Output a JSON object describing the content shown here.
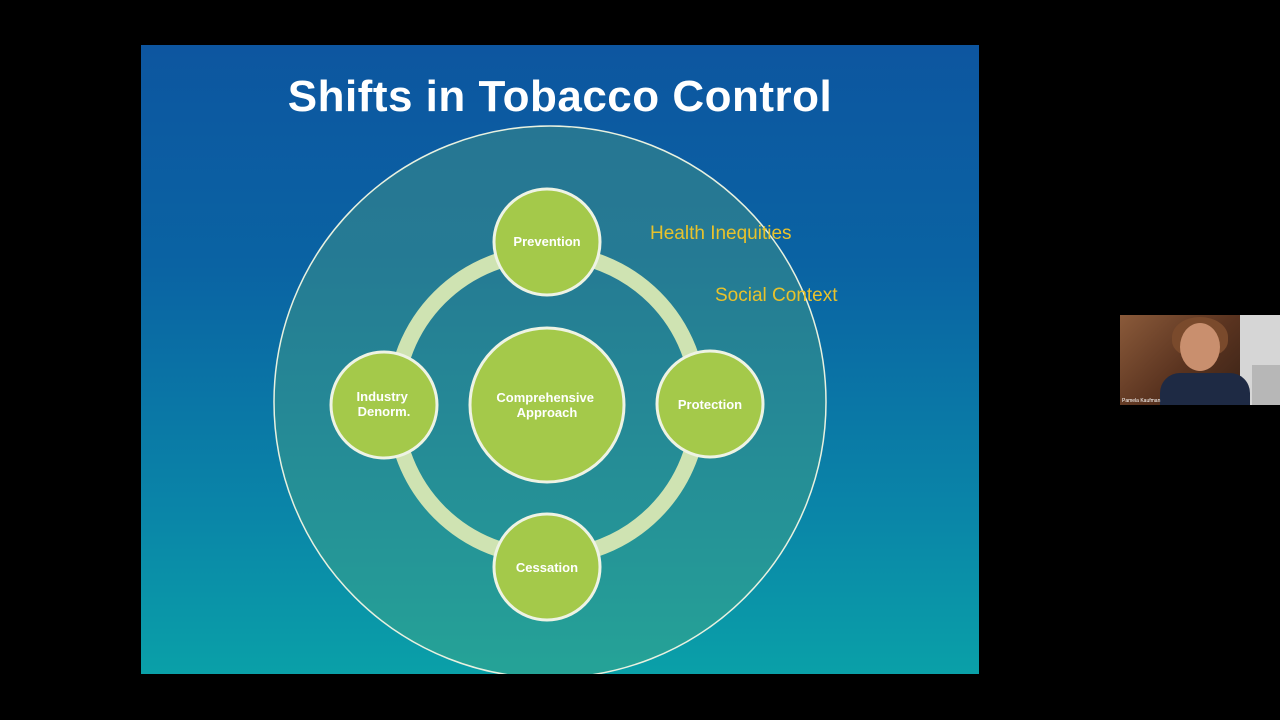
{
  "slide": {
    "title": "Shifts in Tobacco Control",
    "diagram": {
      "center": [
        "Comprehensive",
        "Approach"
      ],
      "nodes": {
        "top": [
          "Prevention"
        ],
        "right": [
          "Protection"
        ],
        "bottom": [
          "Cessation"
        ],
        "left": [
          "Industry",
          "Denorm."
        ]
      },
      "context_labels": {
        "health_inequities": "Health Inequities",
        "social_context": "Social Context"
      }
    },
    "colors": {
      "background_top": "#0d56a0",
      "background_bottom": "#0aa0a8",
      "node_fill": "#a4c94a",
      "ring": "#cfe3b2",
      "context_text": "#e8c22c"
    }
  },
  "webcam": {
    "participant_name": "Pamela Kaufman"
  }
}
